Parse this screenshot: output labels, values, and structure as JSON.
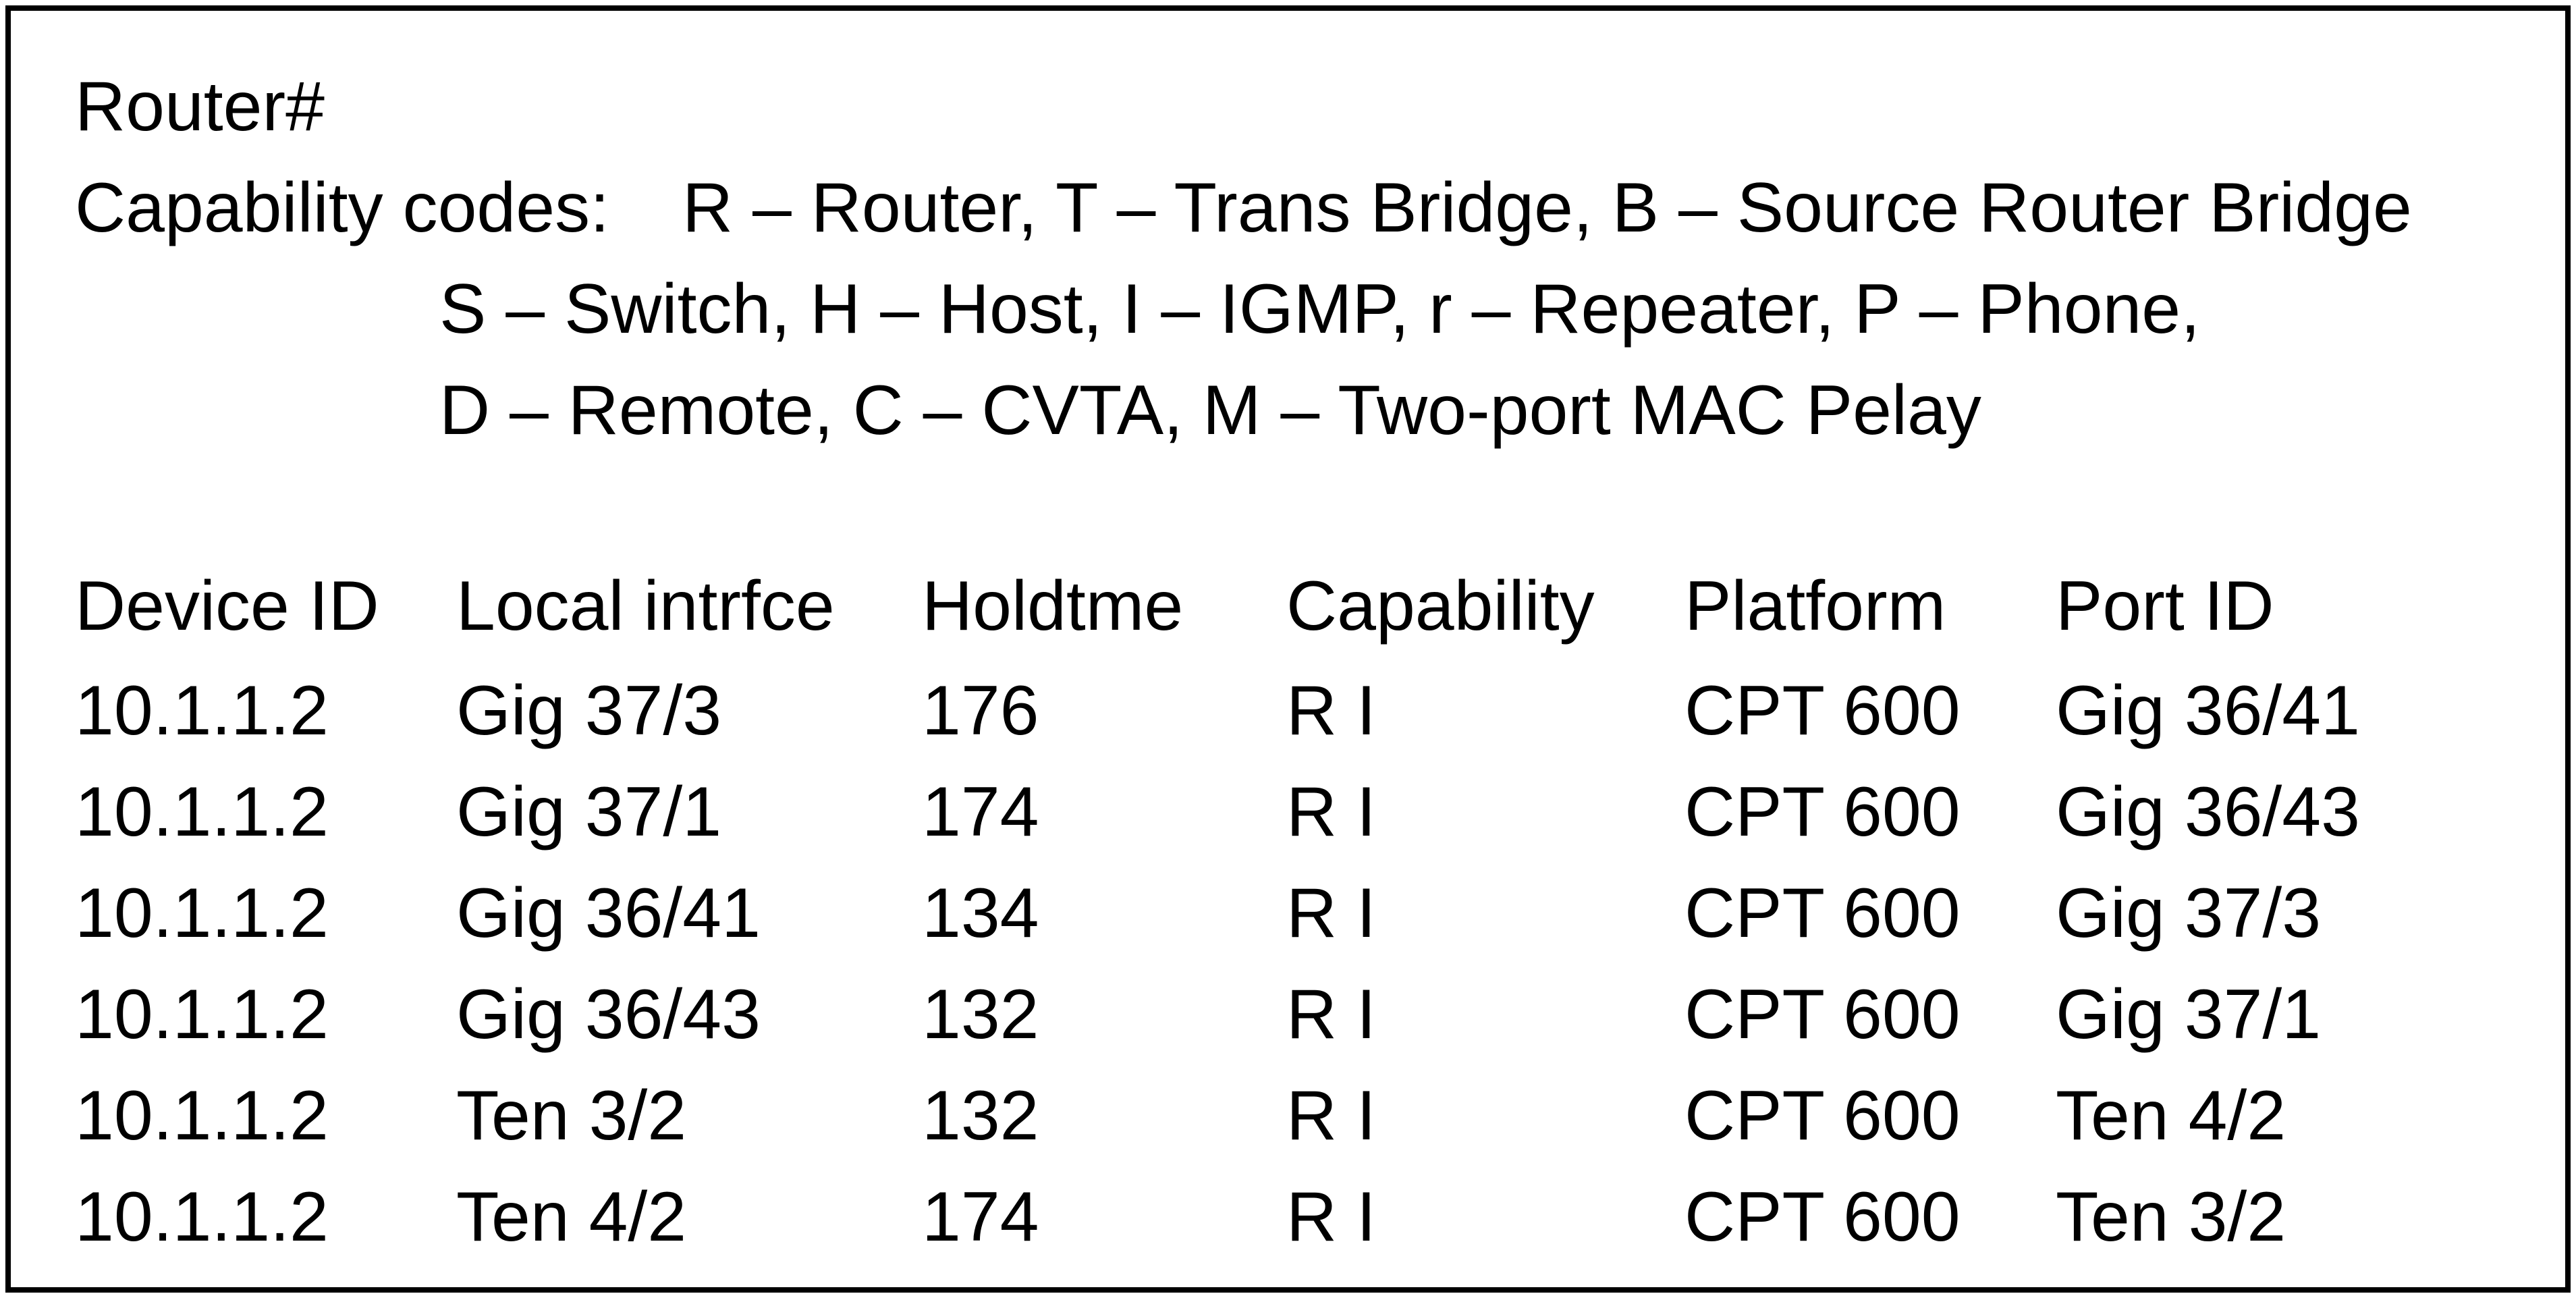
{
  "terminal": {
    "prompt": "Router#",
    "capability_label": "Capability codes:",
    "capability_lines": [
      "R – Router, T – Trans Bridge, B – Source Router Bridge",
      "S – Switch, H – Host, I – IGMP, r – Repeater, P – Phone,",
      "D – Remote, C – CVTA, M – Two-port MAC Pelay"
    ],
    "table": {
      "headers": [
        "Device ID",
        "Local intrfce",
        "Holdtme",
        "Capability",
        "Platform",
        "Port ID"
      ],
      "rows": [
        [
          "10.1.1.2",
          "Gig 37/3",
          "176",
          "R I",
          "CPT 600",
          "Gig 36/41"
        ],
        [
          "10.1.1.2",
          "Gig 37/1",
          "174",
          "R I",
          "CPT 600",
          "Gig 36/43"
        ],
        [
          "10.1.1.2",
          "Gig 36/41",
          "134",
          "R I",
          "CPT 600",
          "Gig 37/3"
        ],
        [
          "10.1.1.2",
          "Gig 36/43",
          "132",
          "R I",
          "CPT 600",
          "Gig 37/1"
        ],
        [
          "10.1.1.2",
          "Ten 3/2",
          "132",
          "R I",
          "CPT 600",
          "Ten 4/2"
        ],
        [
          "10.1.1.2",
          "Ten 4/2",
          "174",
          "R I",
          "CPT 600",
          "Ten 3/2"
        ]
      ]
    }
  }
}
